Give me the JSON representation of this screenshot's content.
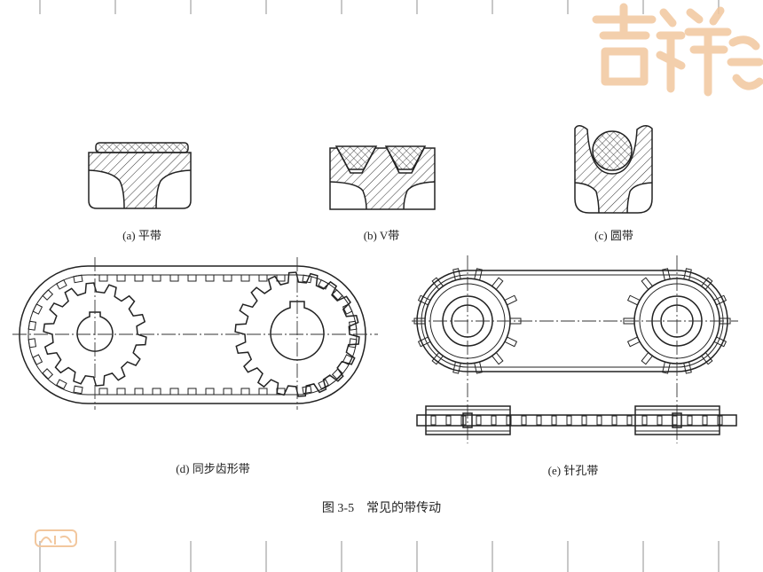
{
  "panels": {
    "a": {
      "label": "(a) 平带"
    },
    "b": {
      "label": "(b) V带"
    },
    "c": {
      "label": "(c) 圆带"
    },
    "d": {
      "label": "(d) 同步齿形带"
    },
    "e": {
      "label": "(e) 针孔带"
    }
  },
  "caption": "图 3-5　常见的带传动",
  "colors": {
    "line": "#222222",
    "watermark": "#f2c79e",
    "background": "#ffffff"
  }
}
